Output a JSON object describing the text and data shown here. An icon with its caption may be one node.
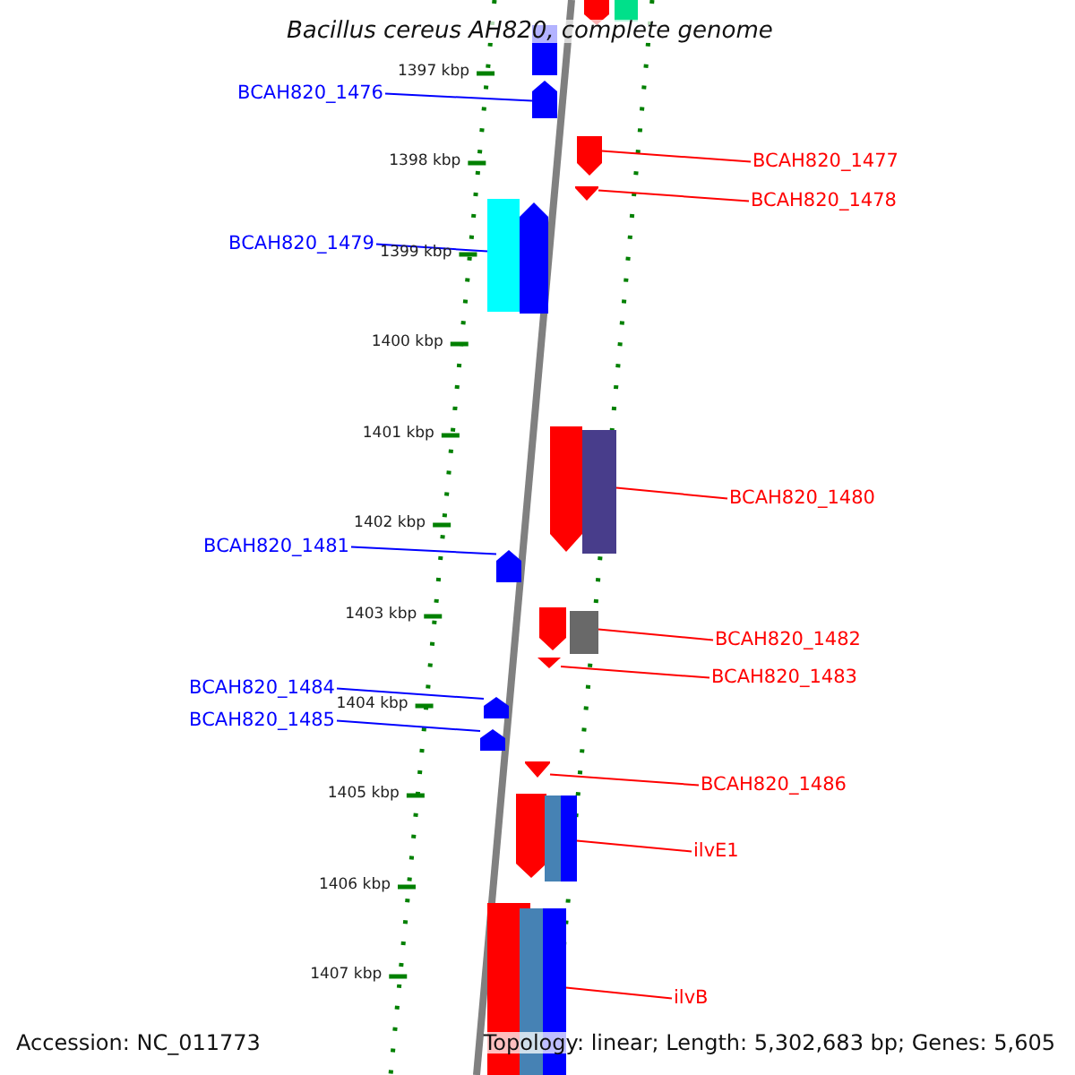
{
  "diagram": {
    "title": "Bacillus cereus AH820, complete genome",
    "nodes": [
      {
        "text": [],
        "shape": "arrow"
      },
      {
        "text": [],
        "shape": "bar"
      },
      {
        "text": [],
        "shape": "bar"
      },
      {
        "text": [
          "BCAH820_1476"
        ]
      },
      {
        "text": [],
        "shape": "arrow"
      },
      {
        "text": [
          "BCAH820_1477"
        ]
      },
      {
        "text": [],
        "shape": "arrow"
      },
      {
        "text": [
          "BCAH820_1478"
        ]
      },
      {
        "text": [],
        "shape": "arrow"
      },
      {
        "text": [
          "BCAH820_1479"
        ]
      },
      {
        "text": [],
        "shape": "bar"
      },
      {
        "text": [],
        "shape": "arrow"
      },
      {
        "text": [],
        "shape": "arrow"
      },
      {
        "text": [
          "BCAH820_1480"
        ]
      },
      {
        "text": [],
        "shape": "bar"
      },
      {
        "text": [
          "BCAH820_1481"
        ]
      },
      {
        "text": [],
        "shape": "arrow"
      },
      {
        "text": [],
        "shape": "arrow"
      },
      {
        "text": [
          "BCAH820_1482"
        ]
      },
      {
        "text": [],
        "shape": "bar"
      },
      {
        "text": [
          "BCAH820_1483"
        ]
      },
      {
        "text": [],
        "shape": "arrow"
      },
      {
        "text": [
          "BCAH820_1484"
        ]
      },
      {
        "text": [],
        "shape": "arrow"
      },
      {
        "text": [
          "BCAH820_1485"
        ]
      },
      {
        "text": [],
        "shape": "arrow"
      },
      {
        "text": [
          "BCAH820_1486"
        ]
      },
      {
        "text": [],
        "shape": "arrow"
      },
      {
        "text": [],
        "shape": "arrow"
      },
      {
        "text": [
          "ilvE1"
        ]
      },
      {
        "text": [],
        "shape": "bar"
      },
      {
        "text": [],
        "shape": "bar"
      },
      {
        "text": [
          "ilvB"
        ]
      },
      {
        "text": [],
        "shape": "bar"
      }
    ],
    "edges": [
      {
        "from": 3,
        "to": 4,
        "arrow": "none",
        "color": "#0000ff"
      },
      {
        "from": 5,
        "to": 6,
        "arrow": "none"
      },
      {
        "from": 7,
        "to": 8,
        "arrow": "none"
      },
      {
        "from": 9,
        "to": 10,
        "arrow": "none",
        "color": "#0000ff"
      },
      {
        "from": 13,
        "to": 14,
        "arrow": "none"
      },
      {
        "from": 15,
        "to": 16,
        "arrow": "none",
        "color": "#0000ff"
      },
      {
        "from": 18,
        "to": 19,
        "arrow": "none"
      },
      {
        "from": 20,
        "to": 21,
        "arrow": "none"
      },
      {
        "from": 22,
        "to": 23,
        "arrow": "none",
        "color": "#0000ff"
      },
      {
        "from": 24,
        "to": 25,
        "arrow": "none",
        "color": "#0000ff"
      },
      {
        "from": 26,
        "to": 27,
        "arrow": "none"
      },
      {
        "from": 29,
        "to": 30,
        "arrow": "none"
      },
      {
        "from": 32,
        "to": 33,
        "arrow": "none"
      }
    ],
    "labels": [
      "1397 kbp",
      "1398 kbp",
      "1399 kbp",
      "1400 kbp",
      "1401 kbp",
      "1402 kbp",
      "1403 kbp",
      "1404 kbp",
      "1405 kbp",
      "1406 kbp",
      "1407 kbp",
      "Accession: NC_011773",
      "Topology: linear; Length: 5,302,683 bp; Genes: 5,605"
    ]
  }
}
